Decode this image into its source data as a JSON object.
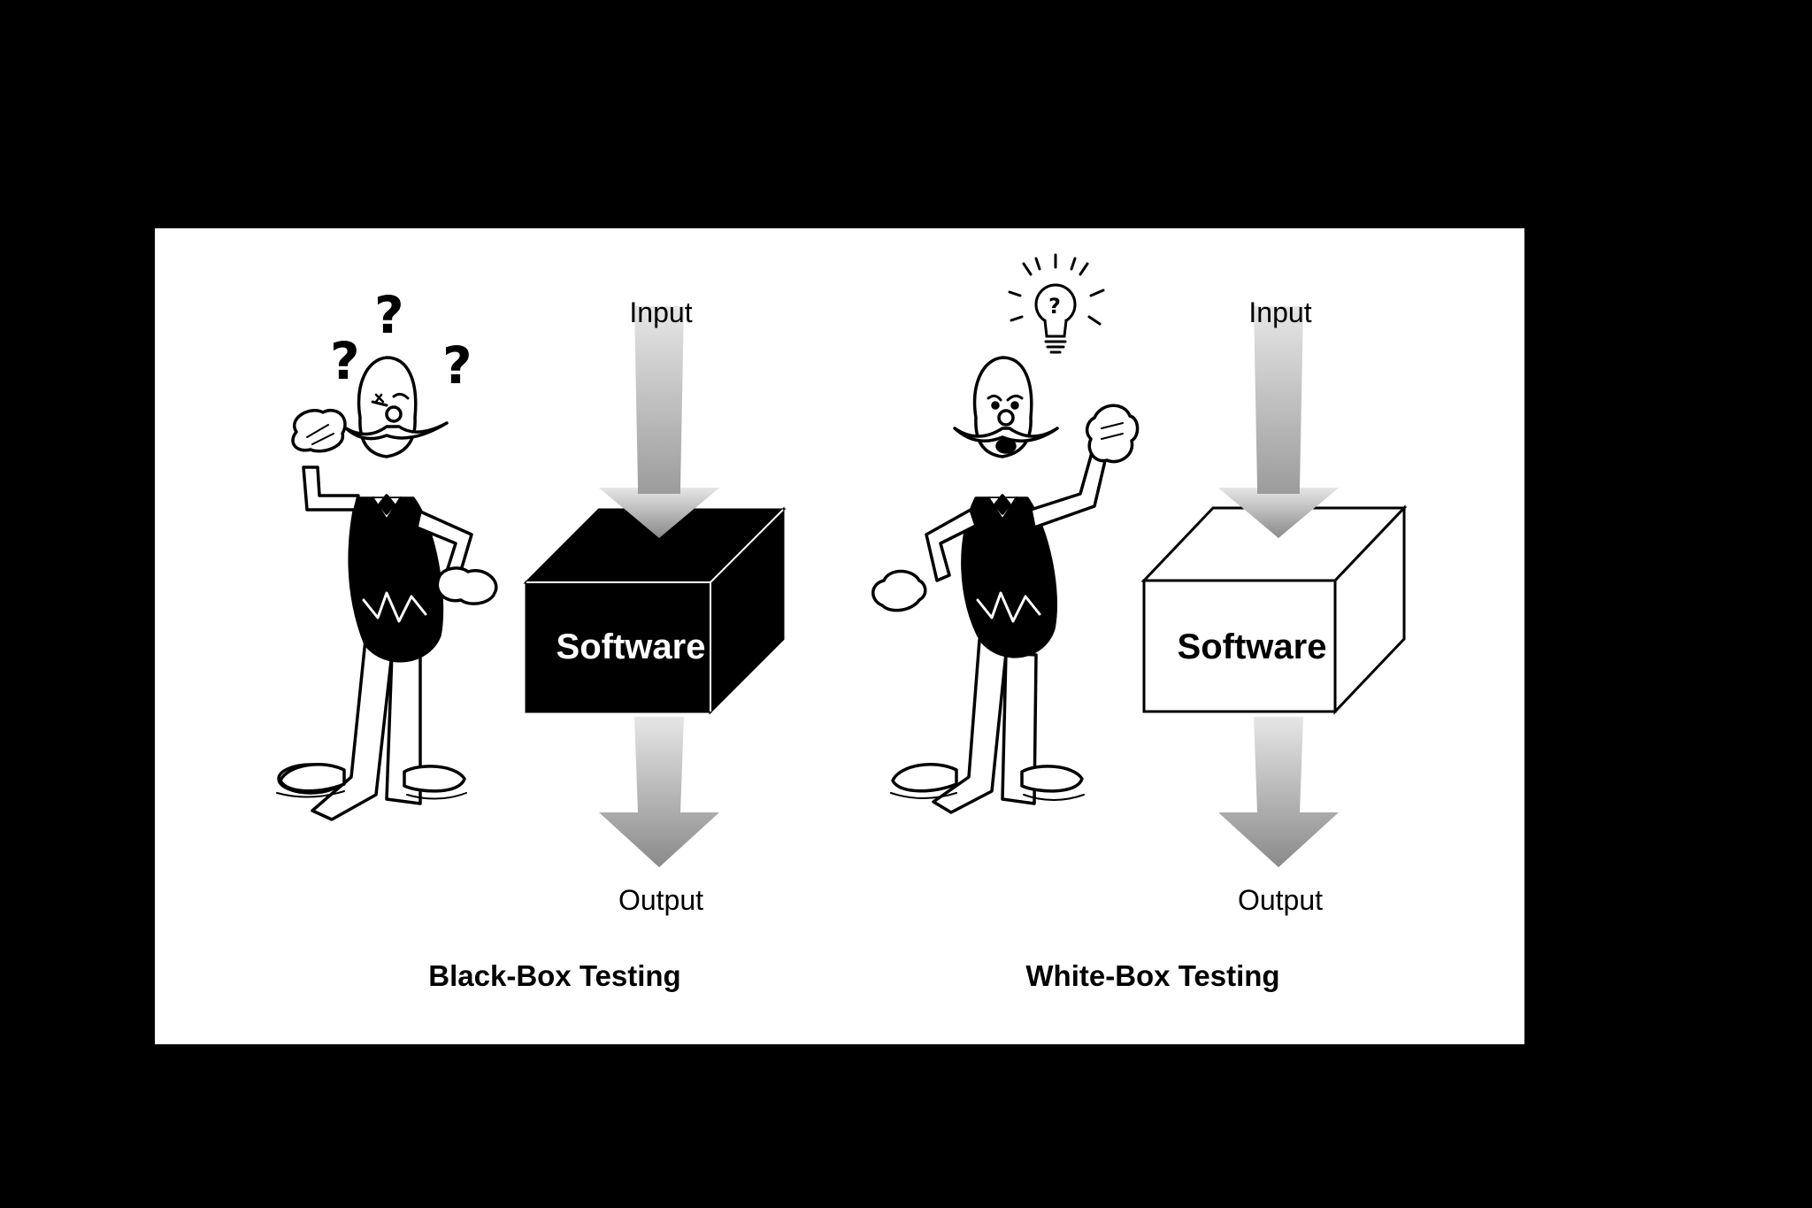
{
  "black_box": {
    "input_label": "Input",
    "box_label": "Software",
    "output_label": "Output",
    "caption": "Black-Box Testing",
    "question_marks": [
      "?",
      "?",
      "?"
    ],
    "box_fill": "#000000",
    "box_text_color": "#ffffff",
    "figure_icon": "confused-tester-icon"
  },
  "white_box": {
    "input_label": "Input",
    "box_label": "Software",
    "output_label": "Output",
    "caption": "White-Box Testing",
    "lightbulb_mark": "?",
    "box_fill": "#ffffff",
    "box_text_color": "#000000",
    "figure_icon": "enlightened-tester-icon",
    "idea_icon": "lightbulb-icon"
  },
  "colors": {
    "background": "#000000",
    "panel": "#ffffff",
    "arrow_light": "#e0e0e0",
    "arrow_dark": "#8a8a8a"
  }
}
